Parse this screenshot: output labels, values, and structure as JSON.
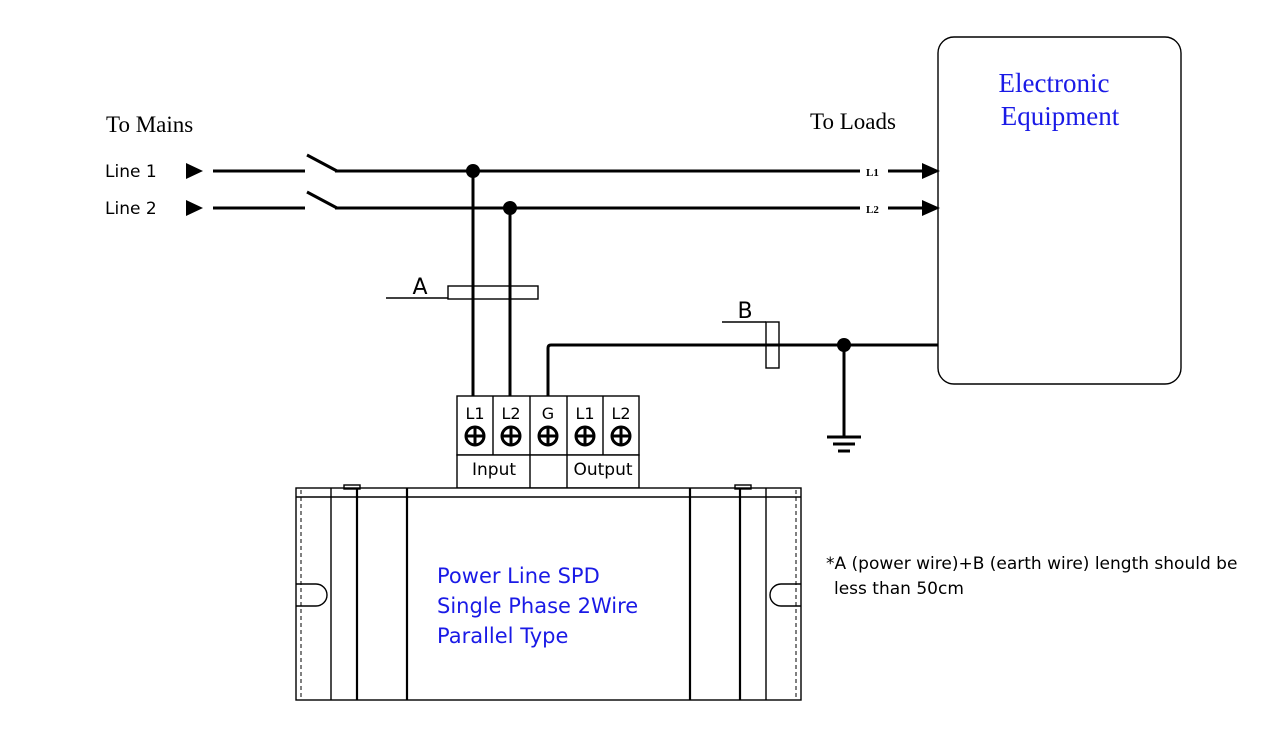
{
  "labels": {
    "to_mains": "To Mains",
    "to_loads": "To Loads",
    "line1": "Line 1",
    "line2": "Line 2",
    "load_l1": "L1",
    "load_l2": "L2",
    "marker_a": "A",
    "marker_b": "B"
  },
  "equipment": {
    "line1": "Electronic",
    "line2": "Equipment"
  },
  "terminals": [
    {
      "label": "L1"
    },
    {
      "label": "L2"
    },
    {
      "label": "G"
    },
    {
      "label": "L1"
    },
    {
      "label": "L2"
    }
  ],
  "terminal_groups": {
    "input": "Input",
    "output": "Output"
  },
  "spd": {
    "line1": "Power Line SPD",
    "line2": "Single Phase 2Wire",
    "line3": "Parallel Type"
  },
  "note": {
    "line1": "*A (power wire)+B (earth wire) length should be",
    "line2": "less than 50cm"
  },
  "colors": {
    "accent_text": "#1a1ae6",
    "line": "#000000"
  }
}
